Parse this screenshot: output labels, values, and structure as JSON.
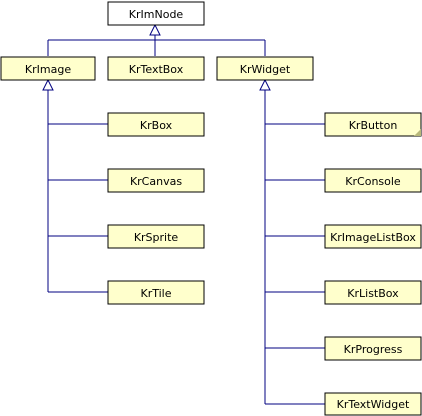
{
  "diagram": {
    "colors": {
      "root_fill": "#ffffff",
      "node_fill": "#ffffcc",
      "node_stroke": "#000000",
      "edge": "#000080",
      "fold_mark": "#b8b87a"
    },
    "nodes": {
      "root": "KrImNode",
      "image": "KrImage",
      "textbox": "KrTextBox",
      "widget": "KrWidget",
      "box": "KrBox",
      "canvas": "KrCanvas",
      "sprite": "KrSprite",
      "tile": "KrTile",
      "button": "KrButton",
      "console": "KrConsole",
      "imagelistbox": "KrImageListBox",
      "listbox": "KrListBox",
      "progress": "KrProgress",
      "textwidget": "KrTextWidget"
    }
  }
}
